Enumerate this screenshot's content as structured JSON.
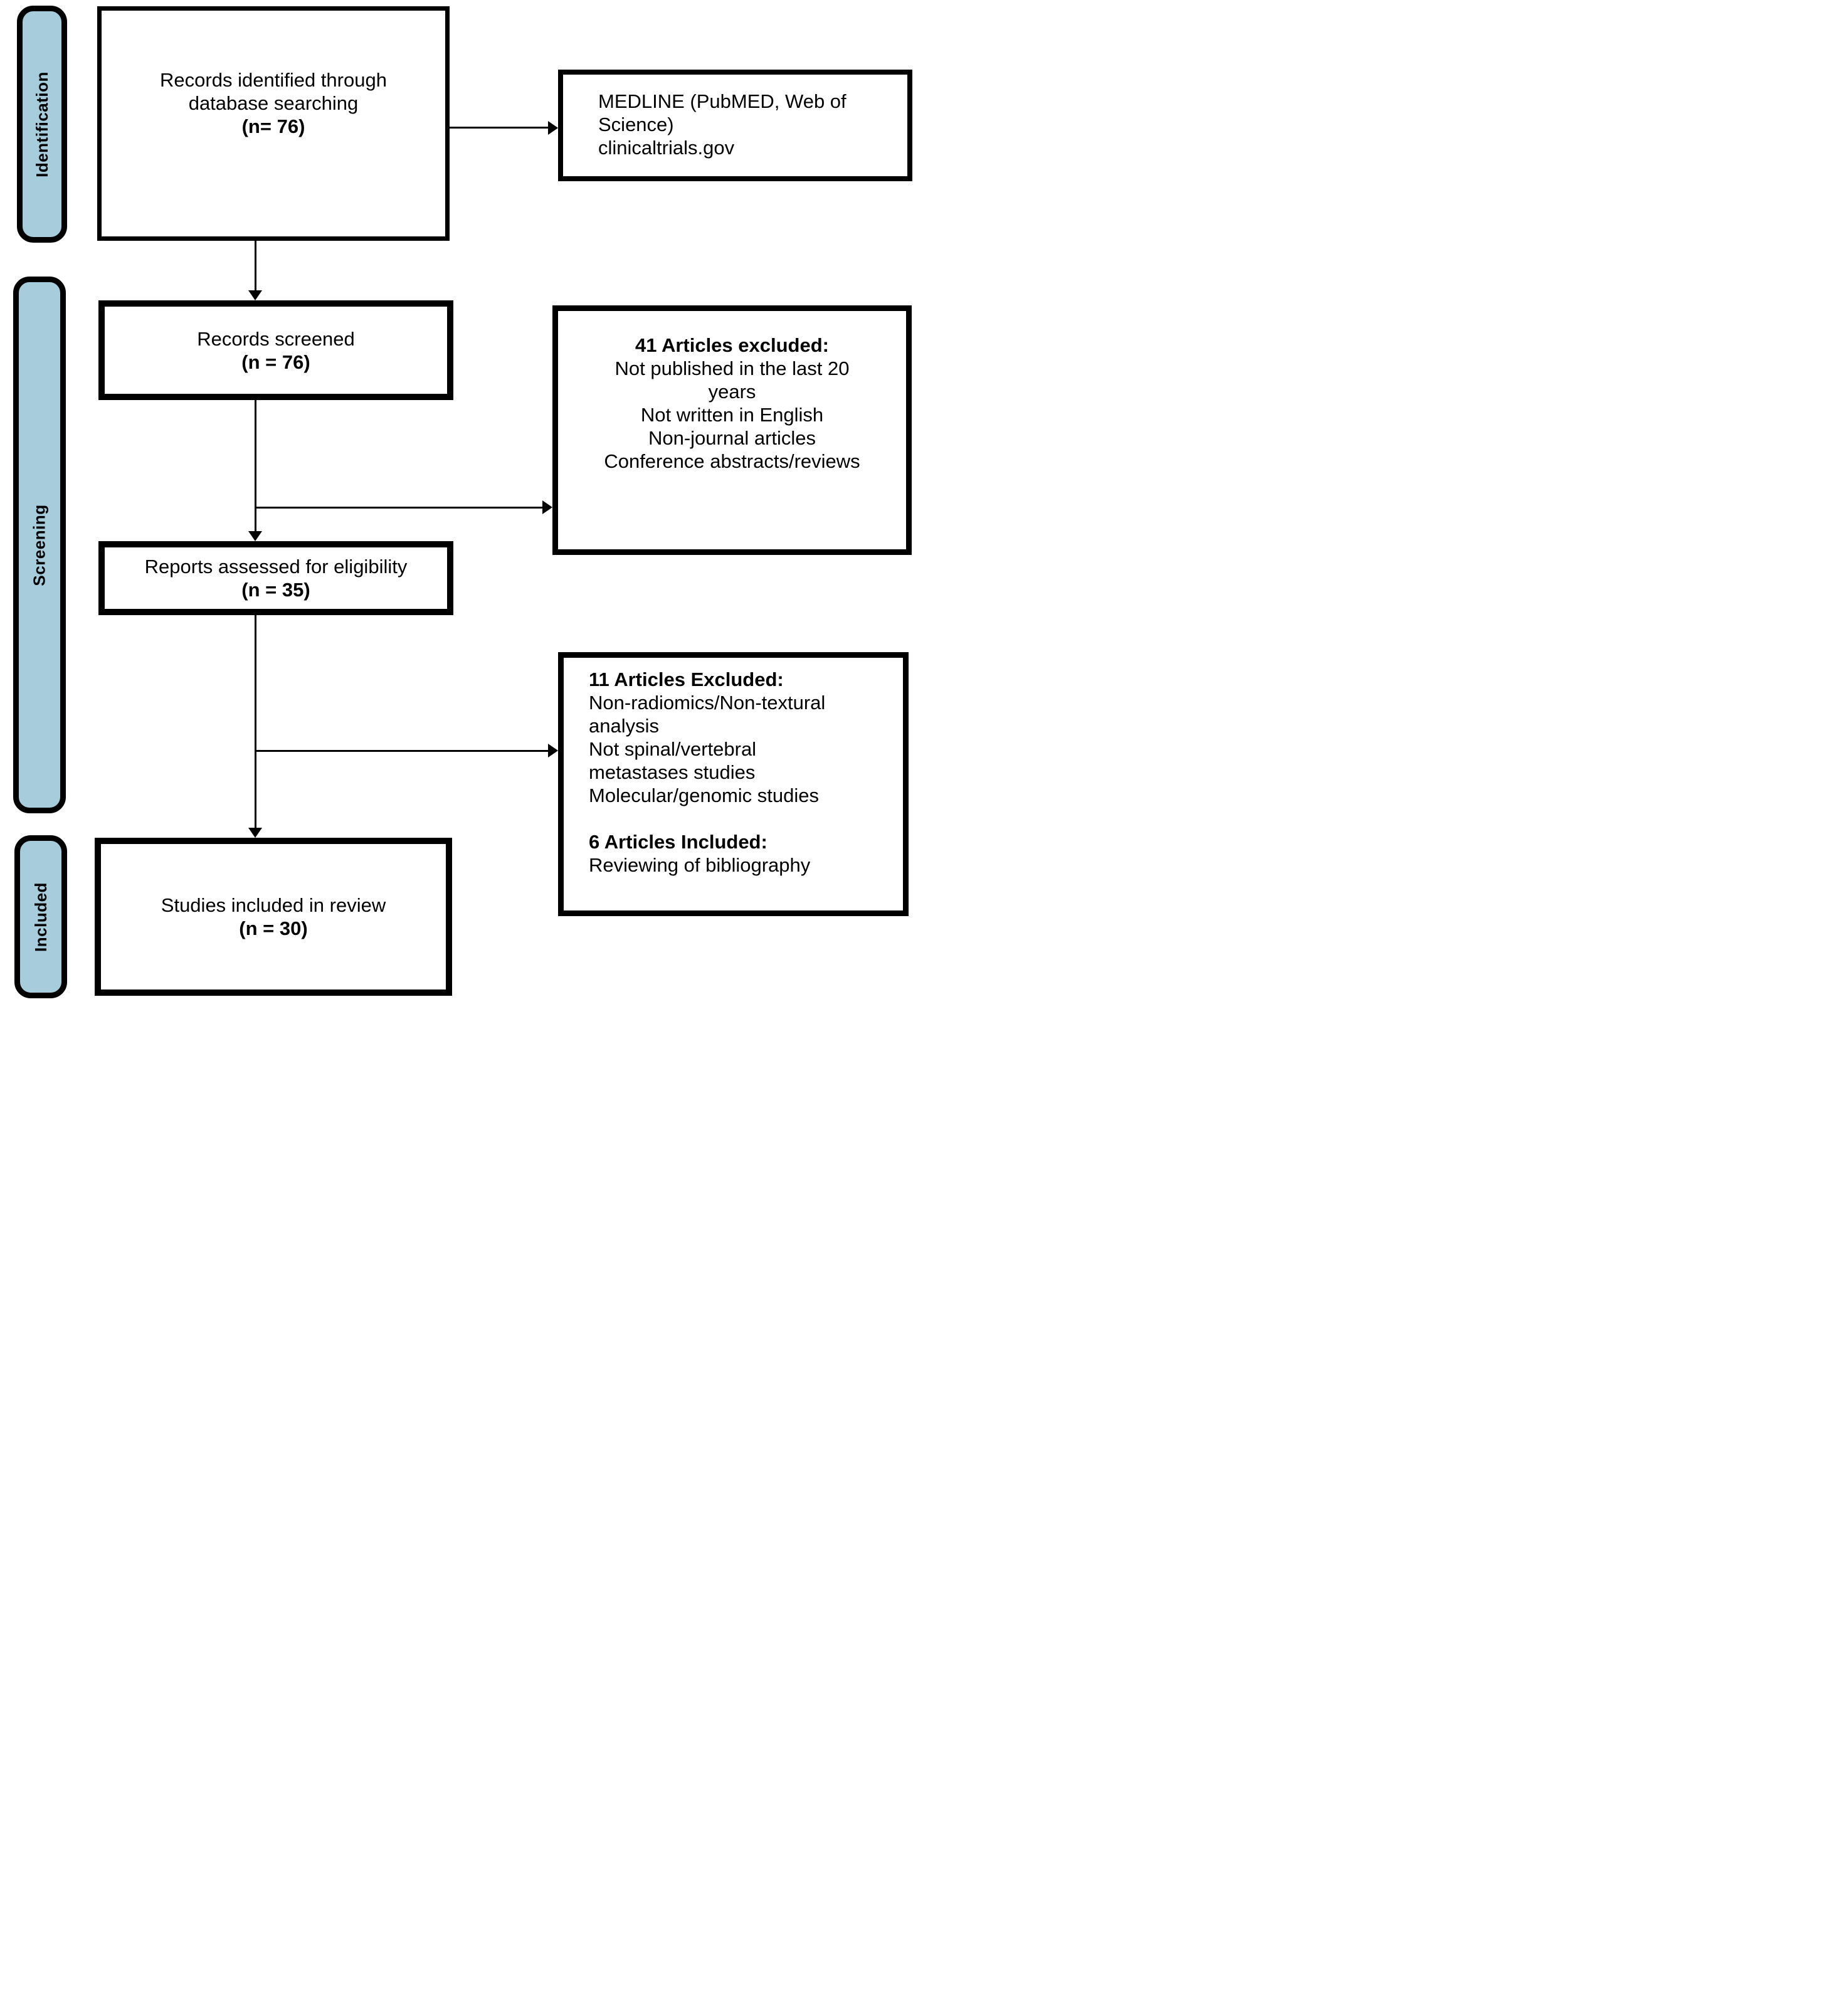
{
  "diagram": {
    "type": "prisma-flow",
    "colors": {
      "stage_fill": "#a7cddd",
      "border": "#000000",
      "background": "#ffffff"
    }
  },
  "stages": {
    "identification": {
      "label": "Identification"
    },
    "screening": {
      "label": "Screening"
    },
    "included": {
      "label": "Included"
    }
  },
  "boxes": {
    "records_identified": {
      "lines": [
        "Records identified through",
        "database searching"
      ],
      "n_label": "(n= 76)"
    },
    "databases": {
      "lines": [
        "MEDLINE (PubMED, Web of",
        "Science)",
        "clinicaltrials.gov"
      ]
    },
    "records_screened": {
      "lines": [
        "Records screened"
      ],
      "n_label": "(n = 76)"
    },
    "excluded_screening": {
      "lines": [
        {
          "text": "41 Articles excluded:"
        },
        {
          "text": "Not published in the last 20"
        },
        {
          "text": "years"
        },
        {
          "text": "Not written in English"
        },
        {
          "text": "Non-journal articles"
        },
        {
          "text": "Conference abstracts/reviews"
        }
      ]
    },
    "reports_assessed": {
      "lines": [
        "Reports assessed for eligibility"
      ],
      "n_label": "(n = 35)"
    },
    "excluded_eligibility": {
      "lines": [
        {
          "text": "11 Articles Excluded:"
        },
        {
          "text": "Non-radiomics/Non-textural"
        },
        {
          "text": "analysis"
        },
        {
          "text": "Not spinal/vertebral"
        },
        {
          "text": "metastases studies"
        },
        {
          "text": "Molecular/genomic studies"
        },
        {
          "text": ""
        },
        {
          "text": "6 Articles Included:"
        },
        {
          "text": "Reviewing of bibliography"
        }
      ]
    },
    "studies_included": {
      "lines": [
        "Studies included in review"
      ],
      "n_label": "(n = 30)"
    }
  }
}
